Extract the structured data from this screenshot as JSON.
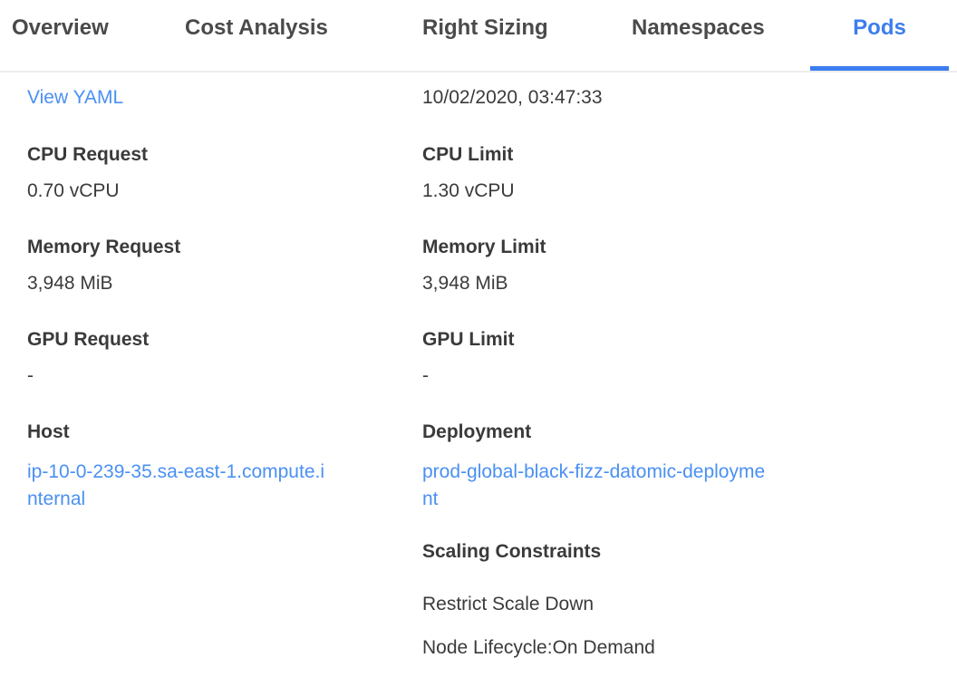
{
  "colors": {
    "active_tab_blue": "#3c7df0",
    "link_blue": "#4a90f2",
    "text_dark": "#3b3b3b",
    "divider_gray": "#ededed"
  },
  "tabs": {
    "items": [
      {
        "label": "Overview",
        "active": false
      },
      {
        "label": "Cost Analysis",
        "active": false
      },
      {
        "label": "Right Sizing",
        "active": false
      },
      {
        "label": "Namespaces",
        "active": false
      },
      {
        "label": "Pods",
        "active": true
      }
    ]
  },
  "details": {
    "view_yaml_label": "View YAML",
    "timestamp": "10/02/2020, 03:47:33",
    "left_fields": [
      {
        "label": "CPU Request",
        "value": "0.70 vCPU"
      },
      {
        "label": "Memory Request",
        "value": "3,948 MiB"
      },
      {
        "label": "GPU Request",
        "value": "-"
      },
      {
        "label": "Host",
        "value": "ip-10-0-239-35.sa-east-1.compute.internal",
        "is_link": true
      }
    ],
    "right_fields": [
      {
        "label": "CPU Limit",
        "value": "1.30 vCPU"
      },
      {
        "label": "Memory Limit",
        "value": "3,948 MiB"
      },
      {
        "label": "GPU Limit",
        "value": "-"
      },
      {
        "label": "Deployment",
        "value": "prod-global-black-fizz-datomic-deployment",
        "is_link": true
      }
    ],
    "scaling_constraints": {
      "title": "Scaling Constraints",
      "items": [
        "Restrict Scale Down",
        "Node Lifecycle:On Demand"
      ]
    }
  }
}
